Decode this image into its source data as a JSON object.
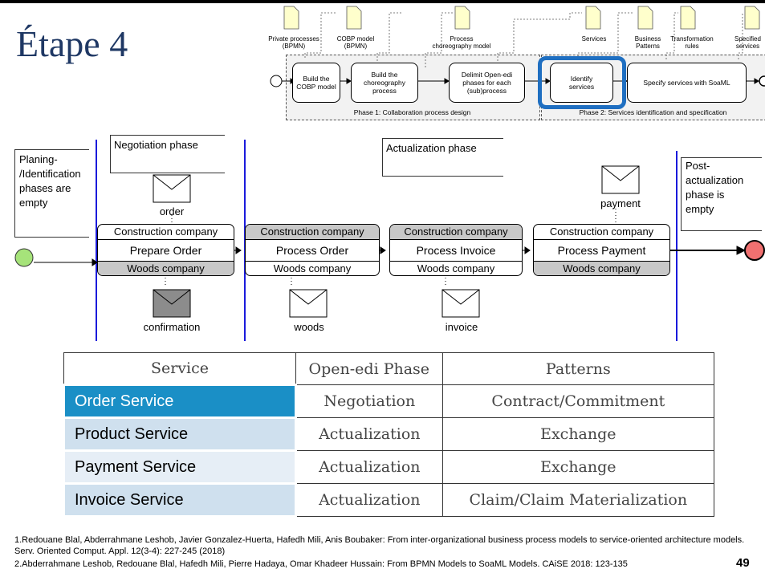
{
  "slide": {
    "title": "Étape 4",
    "page_number": "49"
  },
  "top_diagram": {
    "docs": [
      {
        "label": "Private processes\n(BPMN)"
      },
      {
        "label": "COBP model\n(BPMN)"
      },
      {
        "label": "Process\nchoreography model"
      },
      {
        "label": "Services"
      },
      {
        "label": "Business\nPatterns"
      },
      {
        "label": "Transformation\nrules"
      },
      {
        "label": "Specified\nservices"
      }
    ],
    "tasks": [
      {
        "label": "Build the\nCOBP model"
      },
      {
        "label": "Build the\nchoreography\nprocess"
      },
      {
        "label": "Delimit Open-edi\nphases for each\n(sub)process"
      },
      {
        "label": "Identify\nservices"
      },
      {
        "label": "Specify services with SoaML"
      }
    ],
    "phase1": "Phase 1: Collaboration process design",
    "phase2": "Phase 2: Services identification and specification",
    "highlight_color": "#1f6fc1"
  },
  "choreography": {
    "notes": {
      "planning": "Planing-\n/Identification\n phases are\nempty",
      "negotiation": "Negotiation phase",
      "actualization": "Actualization phase",
      "post": "Post-\nactualization\nphase is\nempty"
    },
    "tasks": [
      {
        "top": "Construction company",
        "name": "Prepare Order",
        "bottom": "Woods company"
      },
      {
        "top": "Construction company",
        "name": "Process Order",
        "bottom": "Woods company"
      },
      {
        "top": "Construction company",
        "name": "Process Invoice",
        "bottom": "Woods company"
      },
      {
        "top": "Construction company",
        "name": "Process Payment",
        "bottom": "Woods company"
      }
    ],
    "messages": {
      "order": "order",
      "confirmation": "confirmation",
      "woods": "woods",
      "invoice": "invoice",
      "payment": "payment"
    },
    "start_color": "#a6e37a",
    "end_color": "#f07070"
  },
  "services_table": {
    "headers": [
      "Service",
      "Open-edi Phase",
      "Patterns"
    ],
    "rows": [
      {
        "service": "Order Service",
        "phase": "Negotiation",
        "pattern": "Contract/Commitment"
      },
      {
        "service": "Product Service",
        "phase": "Actualization",
        "pattern": "Exchange"
      },
      {
        "service": "Payment Service",
        "phase": "Actualization",
        "pattern": "Exchange"
      },
      {
        "service": "Invoice Service",
        "phase": "Actualization",
        "pattern": "Claim/Claim Materialization"
      }
    ],
    "highlight_color": "#1a8fc6",
    "row_color": "#cfe0ee"
  },
  "footnotes": {
    "ref1": "1.Redouane Blal, Abderrahmane Leshob, Javier Gonzalez-Huerta, Hafedh Mili, Anis Boubaker: From inter-organizational business process models to service-oriented architecture models. Serv. Oriented Comput. Appl. 12(3-4): 227-245 (2018)",
    "ref2": "2.Abderrahmane Leshob, Redouane Blal, Hafedh Mili, Pierre Hadaya, Omar Khadeer Hussain: From BPMN Models to SoaML Models. CAiSE 2018: 123-135"
  }
}
